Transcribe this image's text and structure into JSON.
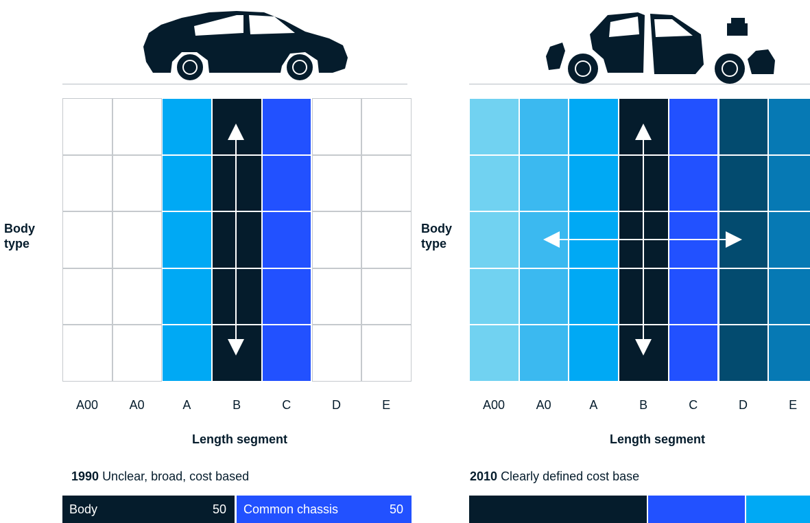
{
  "left_panel": {
    "y_label_line1": "Body",
    "y_label_line2": "type",
    "x_title": "Length segment",
    "ticks": [
      "A00",
      "A0",
      "A",
      "B",
      "C",
      "D",
      "E"
    ],
    "year": "1990",
    "caption": "Unclear, broad, cost based",
    "column_colors": [
      "#ffffff",
      "#ffffff",
      "#00a9f4",
      "#051c2c",
      "#2251ff",
      "#ffffff",
      "#ffffff"
    ],
    "arrows": [
      "vertical"
    ],
    "cost_bar": [
      {
        "label": "Body",
        "value": "50",
        "color": "#051c2c"
      },
      {
        "label": "Common chassis",
        "value": "50",
        "color": "#2251ff"
      }
    ]
  },
  "right_panel": {
    "y_label_line1": "Body",
    "y_label_line2": "type",
    "x_title": "Length segment",
    "ticks": [
      "A00",
      "A0",
      "A",
      "B",
      "C",
      "D",
      "E"
    ],
    "year": "2010",
    "caption": "Clearly defined cost base",
    "column_colors": [
      "#71d2f1",
      "#3bb9f0",
      "#00a9f4",
      "#051c2c",
      "#2251ff",
      "#034b6f",
      "#0679b4"
    ],
    "arrows": [
      "vertical",
      "horizontal"
    ],
    "cost_bar_colors": [
      "#051c2c",
      "#2251ff",
      "#00a9f4"
    ]
  },
  "icons": {
    "left": "assembled-car-icon",
    "right": "car-modules-icon"
  }
}
